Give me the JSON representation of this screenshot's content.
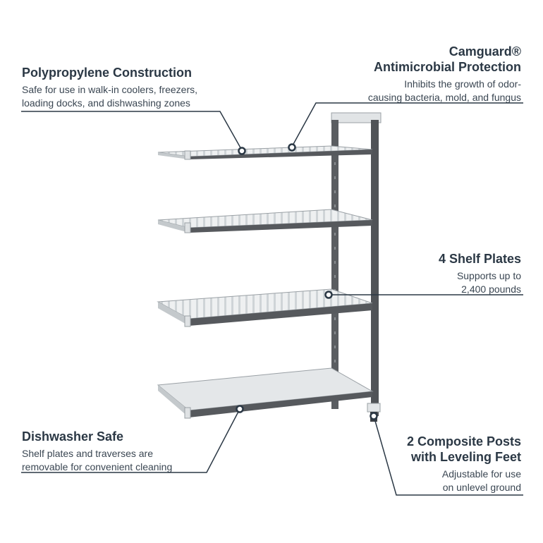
{
  "callouts": {
    "polypropylene": {
      "title": "Polypropylene Construction",
      "desc_1": "Safe for use in walk-in coolers, freezers,",
      "desc_2": "loading docks, and dishwashing zones"
    },
    "camguard": {
      "title_1": "Camguard®",
      "title_2": "Antimicrobial Protection",
      "desc_1": "Inhibits the growth of odor-",
      "desc_2": "causing bacteria, mold, and fungus"
    },
    "shelf_plates": {
      "title": "4 Shelf Plates",
      "desc_1": "Supports up to",
      "desc_2": "2,400 pounds"
    },
    "dishwasher": {
      "title": "Dishwasher Safe",
      "desc_1": "Shelf plates and traverses are",
      "desc_2": "removable for convenient cleaning"
    },
    "posts": {
      "title_1": "2 Composite Posts",
      "title_2": "with Leveling Feet",
      "desc_1": "Adjustable for use",
      "desc_2": "on unlevel ground"
    }
  },
  "colors": {
    "text": "#2b3845",
    "leader": "#2b3845",
    "post": "#55585c",
    "shelf": "#d8dcde",
    "grid": "#eef0f1"
  }
}
